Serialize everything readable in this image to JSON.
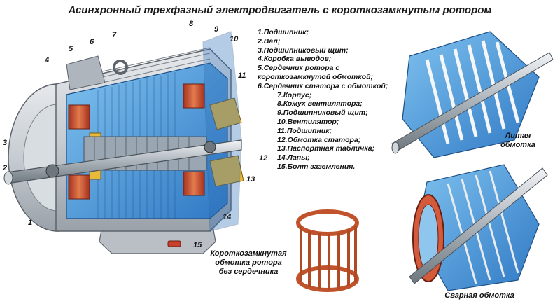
{
  "title": "Асинхронный трехфазный электродвигатель с короткозамкнутым ротором",
  "legend": [
    "1.Подшипник;",
    "2.Вал;",
    "3.Подшипниковый щит;",
    "4.Коробка выводов;",
    "5.Сердечник ротора с короткозамкнутой обмоткой;",
    "6.Сердечник статора с обмоткой;",
    "7.Корпус;",
    "8.Кожух вентилятора;",
    "9.Подшипниковый щит;",
    "10.Вентилятор;",
    "11.Подшипник;",
    "12.Обмотка статора;",
    "13.Паспортная табличка;",
    "14.Лапы;",
    "15.Болт заземления."
  ],
  "captions": {
    "cast": [
      "Литая",
      "обмотка"
    ],
    "welded": "Сварная обмотка",
    "coreless": [
      "Короткозамкнутая",
      "обмотка ротора",
      "без сердечника"
    ]
  },
  "callouts": [
    "1",
    "2",
    "3",
    "4",
    "5",
    "6",
    "7",
    "8",
    "9",
    "10",
    "11",
    "12",
    "13",
    "14",
    "15"
  ],
  "colors": {
    "stator_blue": "#3f8fd8",
    "copper": "#c9402a",
    "rotor_steel": "#9aa6b2",
    "yellow": "#e8b93a",
    "housing": "#c7ccd2"
  }
}
